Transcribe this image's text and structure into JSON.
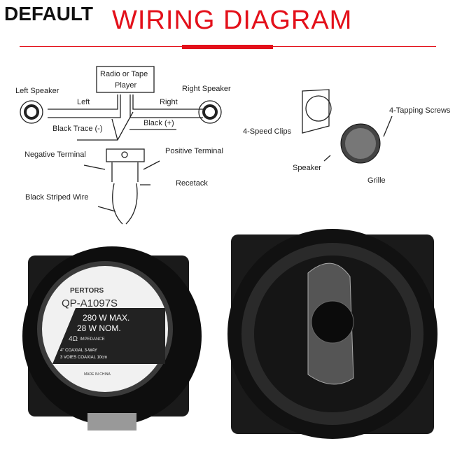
{
  "header": {
    "brand": "DEFAULT",
    "title": "WIRING DIAGRAM"
  },
  "wiring": {
    "radio": "Radio or Tape",
    "player": "Player",
    "left_speaker": "Left Speaker",
    "right_speaker": "Right Speaker",
    "left": "Left",
    "right": "Right",
    "black_trace": "Black Trace (-)",
    "black_plus": "Black (+)",
    "negative_terminal": "Negative Terminal",
    "positive_terminal": "Positive Terminal",
    "recetack": "Recetack",
    "black_striped_wire": "Black Striped Wire"
  },
  "mounting": {
    "tapping_screws": "4-Tapping Screws",
    "speed_clips": "4-Speed Clips",
    "speaker": "Speaker",
    "grille": "Grille"
  },
  "product_label": {
    "brand": "PERTORS",
    "model": "QP-A1097S",
    "max": "280 W  MAX.",
    "nom": "28 W  NOM.",
    "impedance": "4Ω",
    "impedance_label": "IMPEDANCE",
    "line1": "4\" COAXIAL 3-WAY",
    "line2": "3 VOIES COAXIAL 10cm",
    "origin": "MADE IN CHINA"
  },
  "colors": {
    "accent": "#e3101a"
  }
}
